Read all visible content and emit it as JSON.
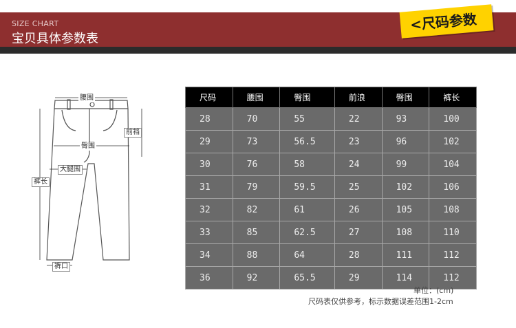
{
  "header": {
    "en_title": "SIZE CHART",
    "cn_title": "宝贝具体参数表",
    "tag": "<尺码参数"
  },
  "diagram": {
    "waist": "腰围",
    "front_rise": "前裆",
    "hip": "臀围",
    "thigh": "大腿围",
    "length": "裤长",
    "hem": "裤口"
  },
  "table": {
    "headers": [
      "尺码",
      "腰围",
      "臀围",
      "前浪",
      "臀围",
      "裤长"
    ],
    "rows": [
      [
        "28",
        "70",
        "55",
        "22",
        "93",
        "100"
      ],
      [
        "29",
        "73",
        "56.5",
        "23",
        "96",
        "102"
      ],
      [
        "30",
        "76",
        "58",
        "24",
        "99",
        "104"
      ],
      [
        "31",
        "79",
        "59.5",
        "25",
        "102",
        "106"
      ],
      [
        "32",
        "82",
        "61",
        "26",
        "105",
        "108"
      ],
      [
        "33",
        "85",
        "62.5",
        "27",
        "108",
        "110"
      ],
      [
        "34",
        "88",
        "64",
        "28",
        "111",
        "112"
      ],
      [
        "36",
        "92",
        "65.5",
        "29",
        "114",
        "112"
      ]
    ]
  },
  "notes": {
    "unit": "单位：(cm)",
    "disclaimer": "尺码表仅供参考，标示数据误差范围1-2cm"
  },
  "colors": {
    "banner": "#8e2f2f",
    "tag": "#ffd200",
    "table_header": "#000000",
    "table_cell": "#6a6a6a"
  }
}
